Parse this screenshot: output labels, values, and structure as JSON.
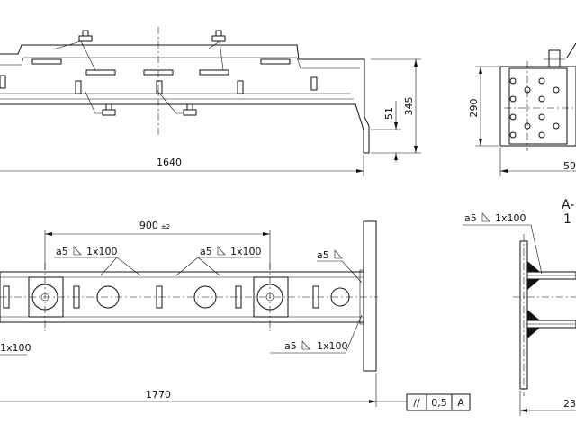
{
  "top_view": {
    "dims": {
      "length": "1640",
      "height_total": "345",
      "height_flange": "51"
    }
  },
  "side_view": {
    "dims": {
      "height": "290",
      "width": "59"
    }
  },
  "front_view": {
    "dims": {
      "spacing": "900",
      "spacing_tol": "±2",
      "length": "1770",
      "weld_a": "a5",
      "weld_b": "1x100",
      "weld_c": "a5",
      "weld_d": "1x100",
      "weld_left_tail": "1x100",
      "weld_right_top": "a5",
      "weld_right_bottom_a": "a5",
      "weld_right_bottom_b": "1x100"
    },
    "tolerance_frame": {
      "symbol": "//",
      "value": "0,5",
      "datum": "A"
    }
  },
  "section_view": {
    "title_main": "A-",
    "title_sub": "1",
    "weld_a": "a5",
    "weld_b": "1x100",
    "dim_bottom": "23"
  }
}
